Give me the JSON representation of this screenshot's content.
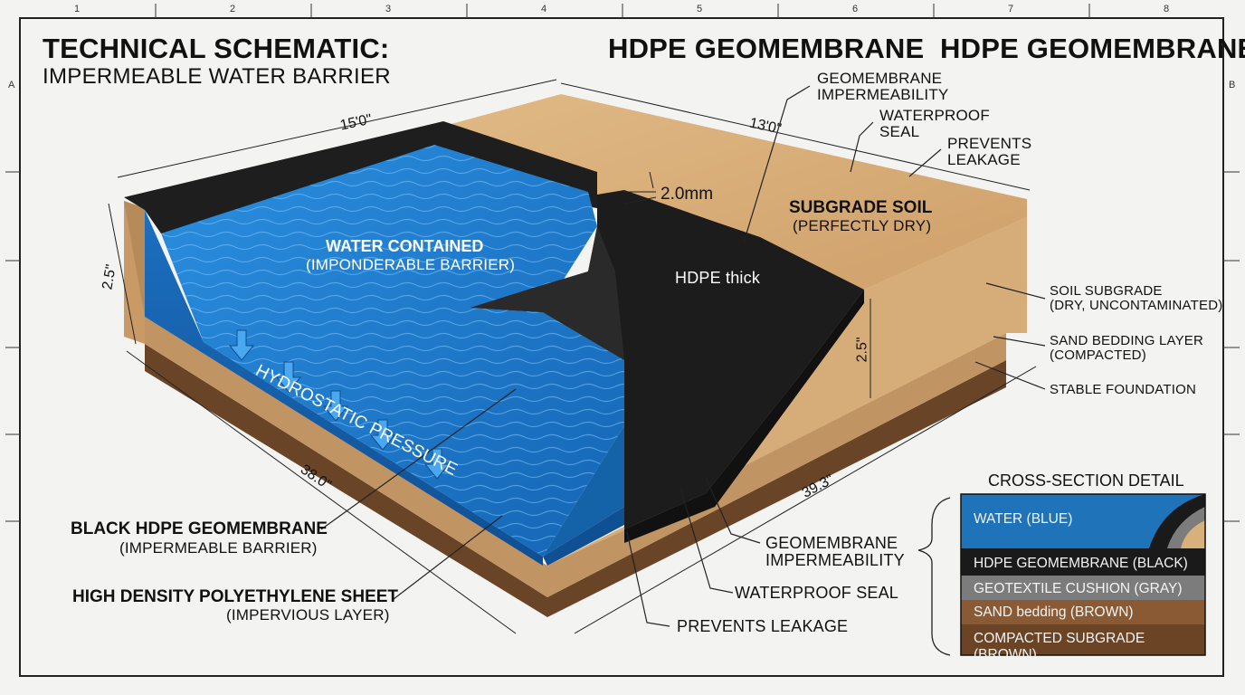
{
  "sheet": {
    "col_numbers": [
      "1",
      "2",
      "3",
      "4",
      "5",
      "6",
      "7",
      "8"
    ],
    "row_letters": [
      "A",
      "B"
    ]
  },
  "title": {
    "main": "TECHNICAL SCHEMATIC:",
    "sub": "IMPERMEABLE WATER BARRIER",
    "right": "HDPE GEOMEMBRANE  HDPE GEOMEMBRANE"
  },
  "dimensions": {
    "top_left": "15'0\"",
    "top_right": "13'0\"",
    "thickness": "2.0mm",
    "left_height": "2.5\"",
    "right_height": "2.5\"",
    "bottom_left": "38.0\"",
    "bottom_right": "39.3\""
  },
  "labels": {
    "water_title": "WATER CONTAINED",
    "water_sub": "(IMPONDERABLE BARRIER)",
    "pressure": "HYDROSTATIC PRESSURE",
    "hdpe_thick": "HDPE thick",
    "subgrade_title": "SUBGRADE SOIL",
    "subgrade_sub": "(PERFECTLY DRY)",
    "top_impermeability": "GEOMEMBRANE\nIMPERMEABILITY",
    "top_seal": "WATERPROOF\nSEAL",
    "top_leakage": "PREVENTS\nLEAKAGE",
    "soil_subgrade": "SOIL SUBGRADE\n(DRY, UNCONTAMINATED)",
    "sand_bedding": "SAND BEDDING LAYER\n(COMPACTED)",
    "stable_foundation": "STABLE FOUNDATION",
    "black_hdpe": "BLACK HDPE GEOMEMBRANE",
    "black_hdpe_sub": "(IMPERMEABLE BARRIER)",
    "hd_sheet": "HIGH DENSITY POLYETHYLENE SHEET",
    "hd_sheet_sub": "(IMPERVIOUS LAYER)",
    "bottom_impermeability": "GEOMEMBRANE\nIMPERMEABILITY",
    "bottom_seal": "WATERPROOF SEAL",
    "bottom_leakage": "PREVENTS LEAKAGE"
  },
  "cross_section": {
    "title": "CROSS-SECTION DETAIL",
    "layers": [
      {
        "label": "WATER (BLUE)",
        "color": "#1f73b8"
      },
      {
        "label": "HDPE GEOMEMBRANE (BLACK)",
        "color": "#1a1a1a"
      },
      {
        "label": "GEOTEXTILE CUSHION (GRAY)",
        "color": "#7c7c7c"
      },
      {
        "label": "SAND bedding (BROWN)",
        "color": "#8a5a34"
      },
      {
        "label": "COMPACTED SUBGRADE (BROWN)",
        "color": "#6b4426"
      }
    ]
  },
  "colors": {
    "water": "#1f78c4",
    "membrane": "#1b1b1b",
    "sand": "#d8b07c",
    "foundation": "#6a4426"
  }
}
